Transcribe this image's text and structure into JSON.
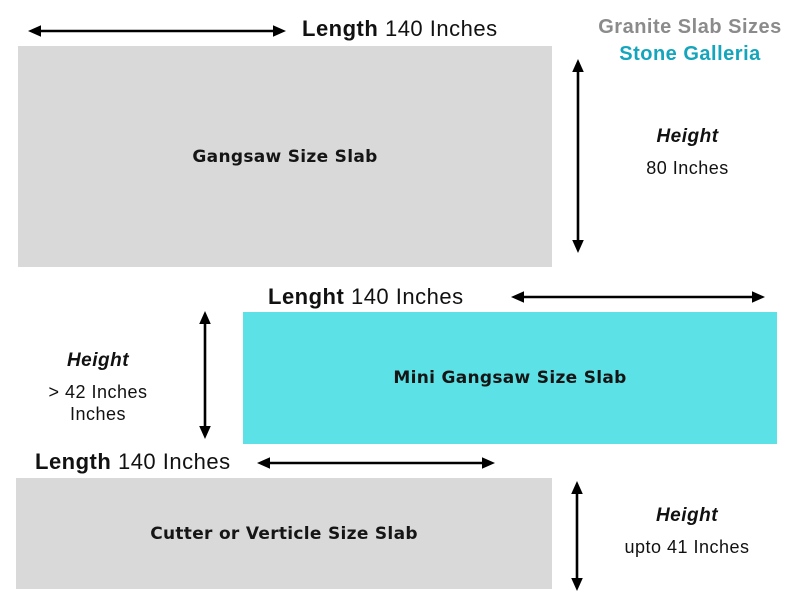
{
  "brand": {
    "title": "Granite Slab Sizes",
    "subtitle": "Stone Galleria",
    "title_color": "#8b8b8b",
    "subtitle_color": "#14a5bc"
  },
  "colors": {
    "slab_gray": "#d9d9d9",
    "slab_cyan": "#5ce1e6",
    "arrow_black": "#000000",
    "text_black": "#111111"
  },
  "slabs": [
    {
      "name": "Gangsaw Size Slab",
      "length_label": "Length",
      "length_value": "140 Inches",
      "height_label": "Height",
      "height_lines": [
        "80 Inches"
      ]
    },
    {
      "name": "Mini Gangsaw Size Slab",
      "length_label": "Lenght",
      "length_value": "140 Inches",
      "height_label": "Height",
      "height_lines": [
        "> 42 Inches",
        "Inches"
      ]
    },
    {
      "name": "Cutter or Verticle Size Slab",
      "length_label": "Length",
      "length_value": "140 Inches",
      "height_label": "Height",
      "height_lines": [
        "upto 41 Inches"
      ]
    }
  ]
}
